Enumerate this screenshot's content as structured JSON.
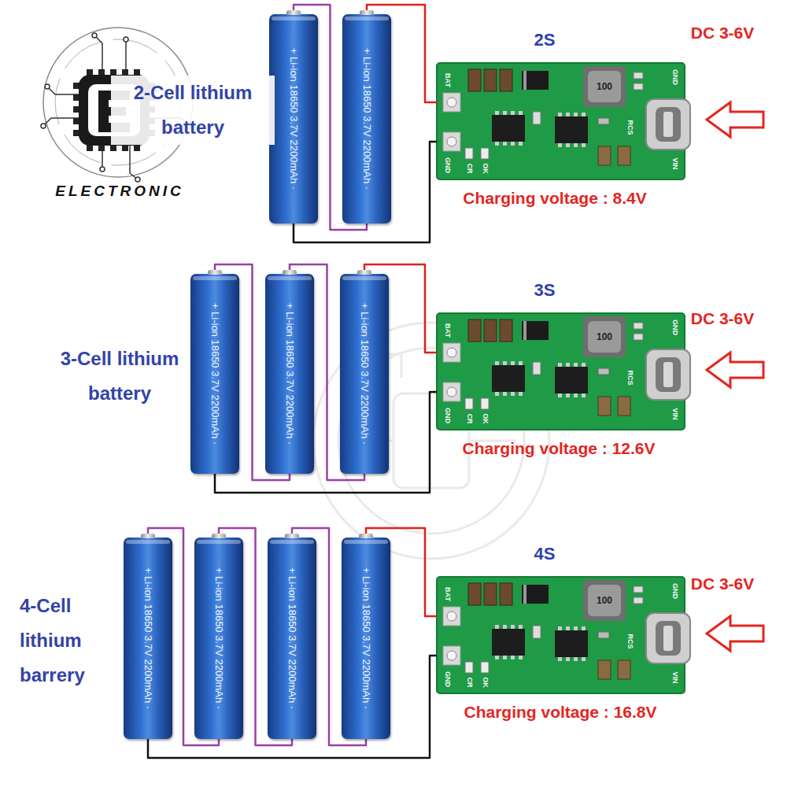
{
  "diagram": {
    "nodes": [
      {
        "text": [
          "+ Li-ion 18650 3.7V 2200mAh ·"
        ]
      },
      {
        "text": [
          "+ Li-ion 18650 3.7V 2200mAh ·"
        ]
      },
      {
        "text": [
          "2S"
        ]
      },
      {
        "text": [
          "+ Li-ion 18650 3.7V 2200mAh ·"
        ]
      },
      {
        "text": [
          "+ Li-ion 18650 3.7V 2200mAh ·"
        ]
      },
      {
        "text": [
          "+ Li-ion 18650 3.7V 2200mAh ·"
        ]
      },
      {
        "text": [
          "3S"
        ]
      },
      {
        "text": [
          "+ Li-ion 18650 3.7V 2200mAh ·"
        ]
      },
      {
        "text": [
          "+ Li-ion 18650 3.7V 2200mAh ·"
        ]
      },
      {
        "text": [
          "+ Li-ion 18650 3.7V 2200mAh ·"
        ]
      },
      {
        "text": [
          "+ Li-ion 18650 3.7V 2200mAh ·"
        ]
      },
      {
        "text": [
          "4S"
        ]
      }
    ],
    "edges": [
      {
        "from": 0,
        "to": 1,
        "arrow": "none"
      },
      {
        "from": 1,
        "to": 2,
        "arrow": "none"
      },
      {
        "from": 0,
        "to": 2,
        "arrow": "none"
      },
      {
        "from": 3,
        "to": 4,
        "arrow": "none"
      },
      {
        "from": 4,
        "to": 5,
        "arrow": "none"
      },
      {
        "from": 5,
        "to": 6,
        "arrow": "none"
      },
      {
        "from": 3,
        "to": 6,
        "arrow": "none"
      },
      {
        "from": 7,
        "to": 8,
        "arrow": "none"
      },
      {
        "from": 8,
        "to": 9,
        "arrow": "none"
      },
      {
        "from": 9,
        "to": 10,
        "arrow": "none"
      },
      {
        "from": 10,
        "to": 11,
        "arrow": "none"
      },
      {
        "from": 7,
        "to": 11,
        "arrow": "none"
      }
    ],
    "labels": [
      "ELECTRONIC",
      "2-Cell lithium battery",
      "DC 3-6V",
      "Charging voltage : 8.4V",
      "BAT",
      "GND",
      "100",
      "OK",
      "CR",
      "RCS",
      "GND",
      "VIN",
      "3-Cell lithium battery",
      "DC 3-6V",
      "Charging voltage : 12.6V",
      "BAT",
      "GND",
      "100",
      "OK",
      "CR",
      "RCS",
      "GND",
      "VIN",
      "4-Cell lithium barrery",
      "DC 3-6V",
      "Charging voltage : 16.8V",
      "BAT",
      "GND",
      "100",
      "OK",
      "CR",
      "RCS",
      "GND",
      "VIN"
    ]
  }
}
